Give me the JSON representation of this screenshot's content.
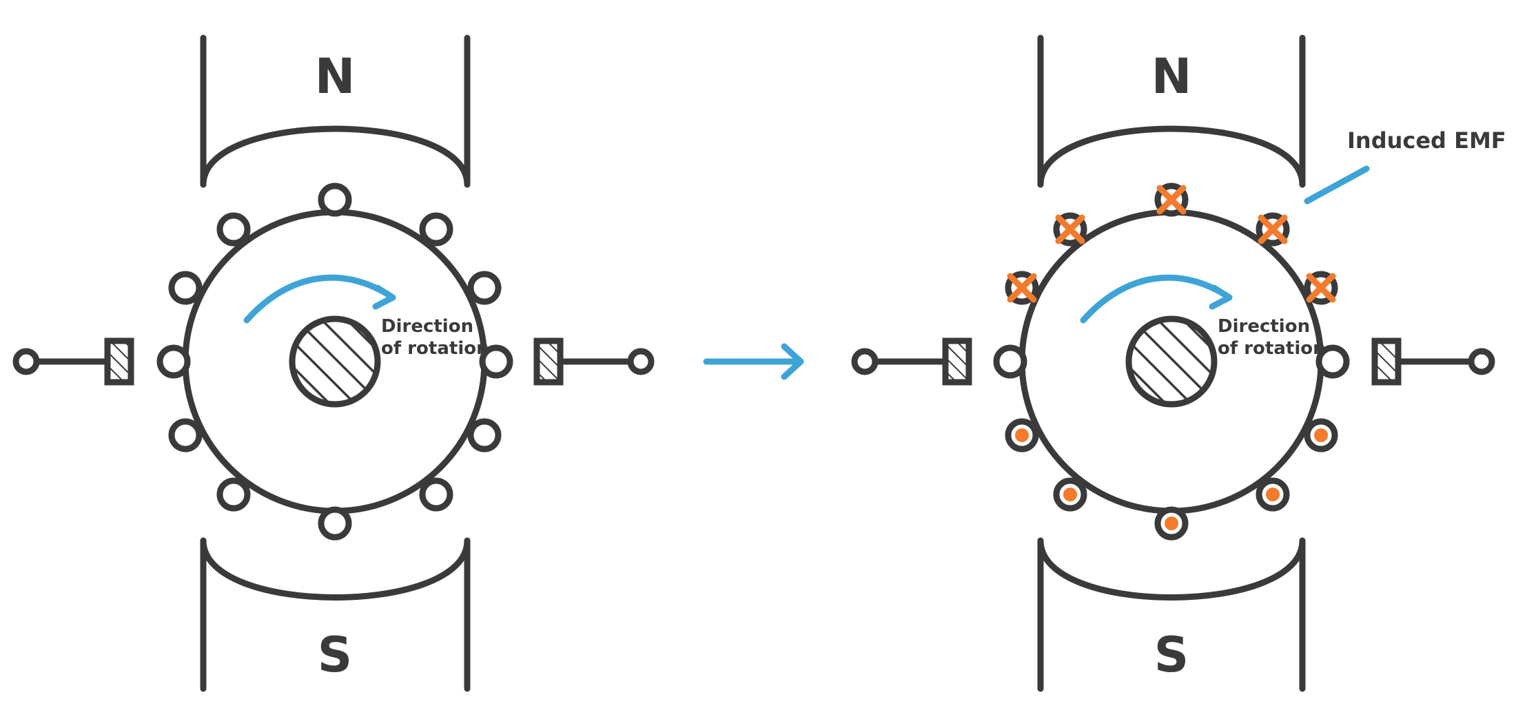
{
  "colors": {
    "stroke": "#3a3a3c",
    "accent_blue": "#3ea4d8",
    "accent_orange": "#f37b2b",
    "background": "#ffffff"
  },
  "left_motor": {
    "north_label": "N",
    "south_label": "S",
    "rotation_label_line1": "Direction",
    "rotation_label_line2": "of rotation"
  },
  "right_motor": {
    "north_label": "N",
    "south_label": "S",
    "rotation_label_line1": "Direction",
    "rotation_label_line2": "of rotation",
    "emf_label": "Induced EMF"
  }
}
